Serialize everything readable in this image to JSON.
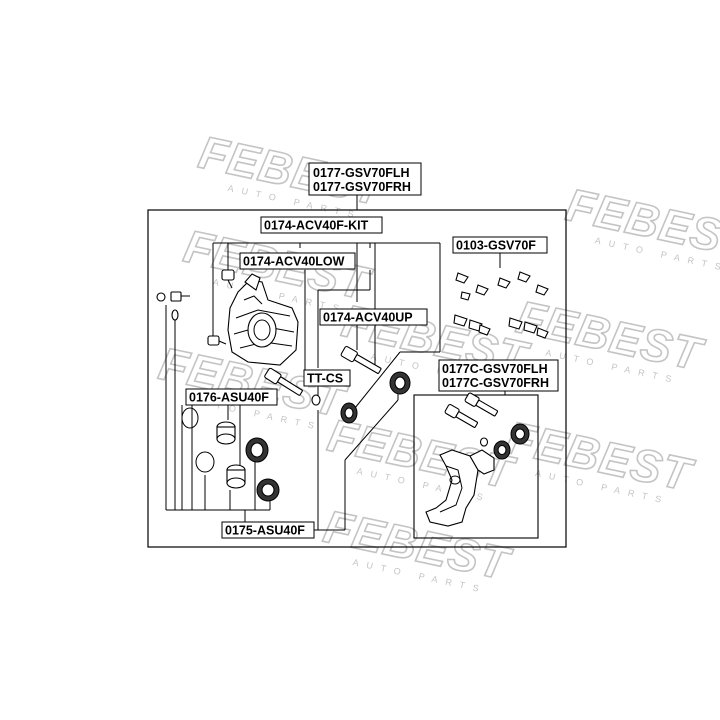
{
  "watermark": {
    "brand": "FEBEST",
    "sub": "AUTO PARTS"
  },
  "labels": {
    "assembly_a": "0177-GSV70FLH",
    "assembly_b": "0177-GSV70FRH",
    "kit": "0174-ACV40F-KIT",
    "lower_pin": "0174-ACV40LOW",
    "upper_pin": "0174-ACV40UP",
    "grease": "TT-CS",
    "pads_clips": "0103-GSV70F",
    "piston": "0176-ASU40F",
    "seal_kit": "0175-ASU40F",
    "support_a": "0177C-GSV70FLH",
    "support_b": "0177C-GSV70FRH"
  }
}
